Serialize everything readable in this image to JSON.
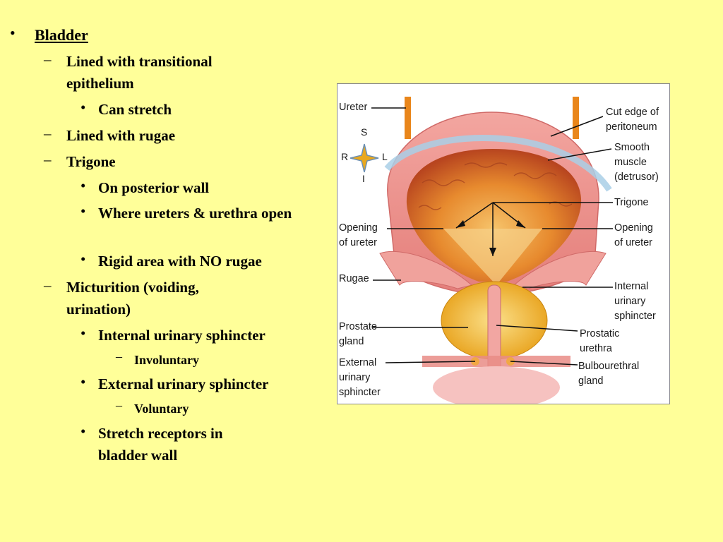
{
  "slide": {
    "items": [
      {
        "marker": "•",
        "text": "Bladder"
      },
      {
        "marker": "–",
        "text": "Lined with transitional epithelium"
      },
      {
        "marker": "•",
        "text": "Can stretch"
      },
      {
        "marker": "–",
        "text": "Lined with rugae"
      },
      {
        "marker": "–",
        "text": "Trigone"
      },
      {
        "marker": "•",
        "text": "On posterior wall"
      },
      {
        "marker": "•",
        "text": "Where ureters & urethra open"
      },
      {
        "marker": "•",
        "text": "Rigid area with NO rugae"
      },
      {
        "marker": "–",
        "text": "Micturition (voiding, urination)"
      },
      {
        "marker": "•",
        "text": "Internal urinary sphincter"
      },
      {
        "marker": "–",
        "text": "Involuntary"
      },
      {
        "marker": "•",
        "text": "External urinary sphincter"
      },
      {
        "marker": "–",
        "text": "Voluntary"
      },
      {
        "marker": "•",
        "text": "Stretch receptors in bladder wall"
      }
    ]
  },
  "figure": {
    "compass": {
      "s": "S",
      "r": "R",
      "l": "L",
      "i": "I"
    },
    "labels": {
      "ureter": "Ureter",
      "cut_edge": "Cut edge of peritoneum",
      "smooth_muscle": "Smooth muscle (detrusor)",
      "trigone": "Trigone",
      "opening_ureter_left": "Opening of ureter",
      "opening_ureter_right": "Opening of ureter",
      "rugae": "Rugae",
      "internal_sphincter": "Internal urinary sphincter",
      "prostate": "Prostate gland",
      "prostatic_urethra": "Prostatic urethra",
      "external_sphincter": "External urinary sphincter",
      "bulbourethral": "Bulbourethral gland"
    }
  }
}
